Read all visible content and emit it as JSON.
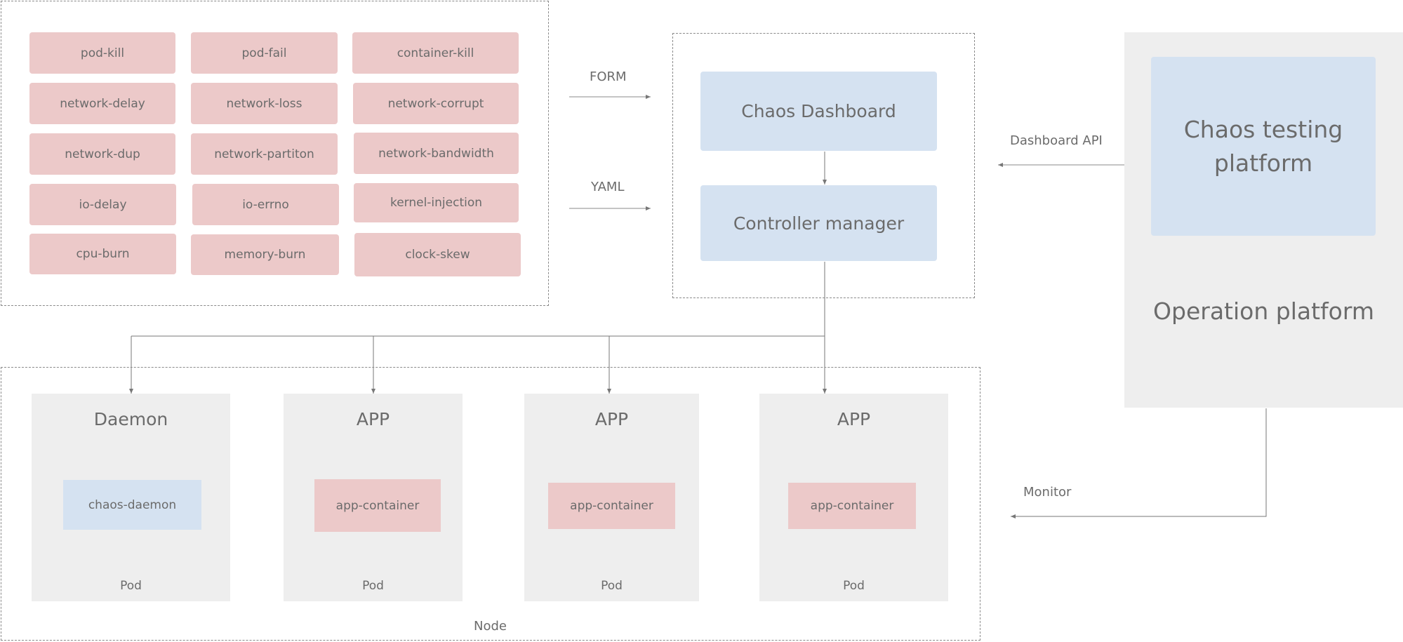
{
  "chaos_types": [
    [
      "pod-kill",
      "pod-fail",
      "container-kill"
    ],
    [
      "network-delay",
      "network-loss",
      "network-corrupt"
    ],
    [
      "network-dup",
      "network-partiton",
      "network-bandwidth"
    ],
    [
      "io-delay",
      "io-errno",
      "kernel-injection"
    ],
    [
      "cpu-burn",
      "memory-burn",
      "clock-skew"
    ]
  ],
  "inputs": {
    "form": "FORM",
    "yaml": "YAML"
  },
  "control_plane": {
    "dashboard": "Chaos Dashboard",
    "controller": "Controller manager"
  },
  "operation": {
    "testing_platform": "Chaos testing platform",
    "title": "Operation platform",
    "api_label": "Dashboard API",
    "monitor_label": "Monitor"
  },
  "node": {
    "label": "Node",
    "pods": [
      {
        "title": "Daemon",
        "container": "chaos-daemon",
        "label": "Pod",
        "kind": "daemon"
      },
      {
        "title": "APP",
        "container": "app-container",
        "label": "Pod",
        "kind": "app"
      },
      {
        "title": "APP",
        "container": "app-container",
        "label": "Pod",
        "kind": "app"
      },
      {
        "title": "APP",
        "container": "app-container",
        "label": "Pod",
        "kind": "app"
      }
    ]
  },
  "colors": {
    "chaos_chip": "#ecc9c9",
    "control_box": "#d5e2f1",
    "pod_bg": "#eeeeee",
    "line": "#777777"
  }
}
